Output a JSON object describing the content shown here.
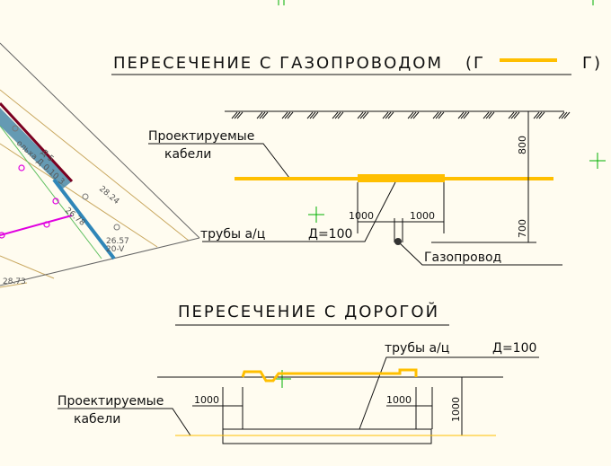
{
  "gas_section": {
    "title": "ПЕРЕСЕЧЕНИЕ С ГАЗОПРОВОДОМ",
    "legend_left": "(Г",
    "legend_right": "Г)",
    "cable_label_1": "Проектируемые",
    "cable_label_2": "кабели",
    "pipes_label": "трубы а/ц",
    "pipes_diameter": "Д=100",
    "dim_left": "1000",
    "dim_right": "1000",
    "dim_depth": "800",
    "dim_lower": "700",
    "gas_label": "Газопровод"
  },
  "road_section": {
    "title": "ПЕРЕСЕЧЕНИЕ С ДОРОГОЙ",
    "pipes_label": "трубы а/ц",
    "pipes_diameter": "Д=100",
    "cable_label_1": "Проектируемые",
    "cable_label_2": "кабели",
    "dim_left": "1000",
    "dim_right": "1000",
    "dim_depth": "1000"
  },
  "map": {
    "tree_label": "ольха",
    "tree_size": "Д 5",
    "tree_size2": "Д 0.10 3",
    "elev_1": "28.24",
    "elev_2": "26.78",
    "elev_3": "26.57",
    "elev_4": "20-V",
    "elev_5": "28.73"
  },
  "colors": {
    "background": "#fffcf0",
    "cable": "#ffbf00",
    "accent_green": "#00b000",
    "route_magenta": "#e000e0",
    "route_blue": "#2f86b8"
  }
}
